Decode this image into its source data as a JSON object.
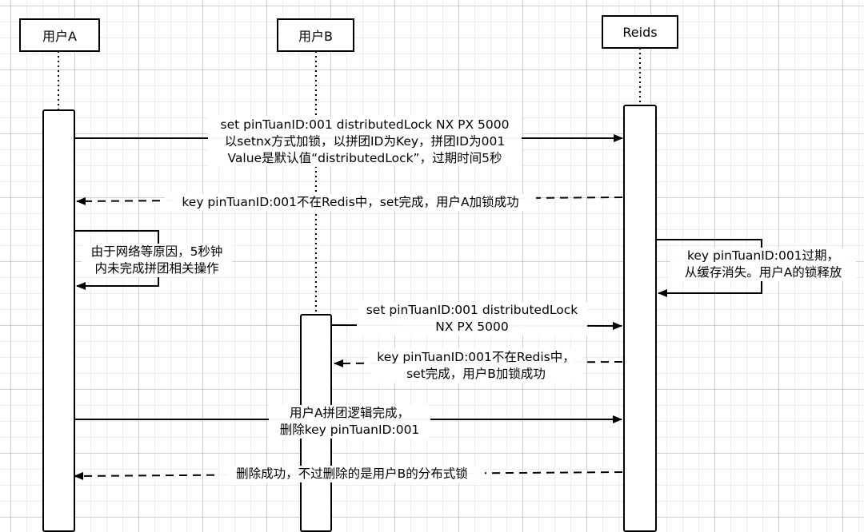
{
  "participants": {
    "a": "用户A",
    "b": "用户B",
    "redis": "Reids"
  },
  "messages": {
    "m1": [
      "set pinTuanID:001 distributedLock NX PX 5000",
      "以setnx方式加锁，以拼团ID为Key，拼团ID为001",
      "Value是默认值“distributedLock”，过期时间5秒"
    ],
    "m2": [
      "key pinTuanID:001不在Redis中，set完成，用户A加锁成功"
    ],
    "m3": [
      "由于网络等原因，5秒钟",
      "内未完成拼团相关操作"
    ],
    "m4": [
      "key pinTuanID:001过期，",
      "从缓存消失。用户A的锁释放"
    ],
    "m5": [
      "set pinTuanID:001 distributedLock",
      "NX PX 5000"
    ],
    "m6": [
      "key pinTuanID:001不在Redis中，",
      "set完成，用户B加锁成功"
    ],
    "m7": [
      "用户A拼团逻辑完成，",
      "删除key pinTuanID:001"
    ],
    "m8": [
      "删除成功，不过删除的是用户B的分布式锁"
    ]
  }
}
